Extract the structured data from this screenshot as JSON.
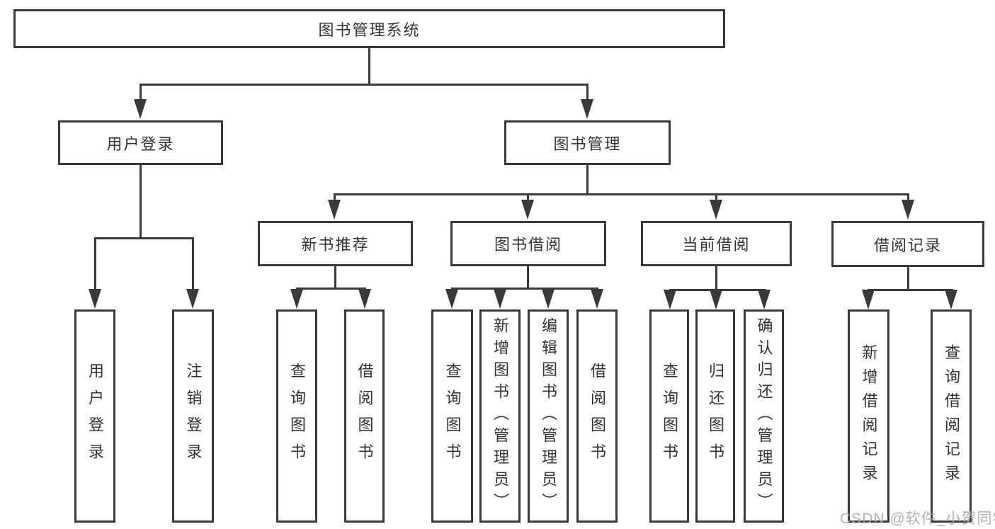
{
  "diagram": {
    "root": {
      "label": "图书管理系统"
    },
    "branches": [
      {
        "label": "用户登录",
        "children": [
          {
            "label": "用户登录"
          },
          {
            "label": "注销登录"
          }
        ]
      },
      {
        "label": "图书管理",
        "children": [
          {
            "label": "新书推荐",
            "children": [
              {
                "label": "查询图书"
              },
              {
                "label": "借阅图书"
              }
            ]
          },
          {
            "label": "图书借阅",
            "children": [
              {
                "label": "查询图书"
              },
              {
                "label": "新增图书（管理员）"
              },
              {
                "label": "编辑图书（管理员）"
              },
              {
                "label": "借阅图书"
              }
            ]
          },
          {
            "label": "当前借阅",
            "children": [
              {
                "label": "查询图书"
              },
              {
                "label": "归还图书"
              },
              {
                "label": "确认归还（管理员）"
              }
            ]
          },
          {
            "label": "借阅记录",
            "children": [
              {
                "label": "新增借阅记录"
              },
              {
                "label": "查询借阅记录"
              }
            ]
          }
        ]
      }
    ],
    "watermark": "CSDN @软件_小贺同学",
    "colors": {
      "line": "#3a3a3a",
      "text": "#333333",
      "background": "#ffffff",
      "watermark": "#a8a8a8"
    }
  }
}
